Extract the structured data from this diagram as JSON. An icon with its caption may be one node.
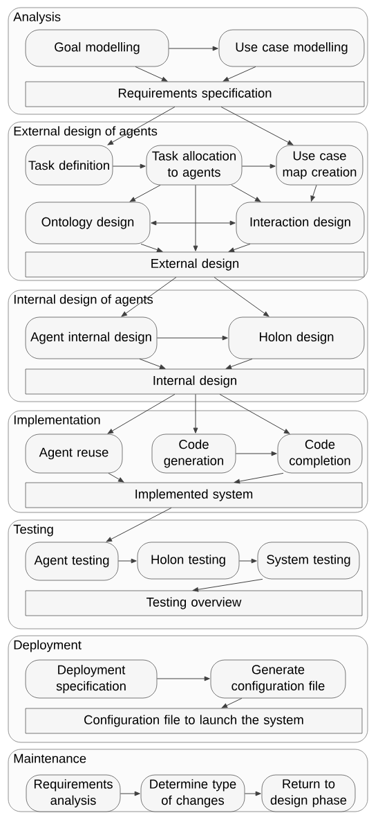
{
  "diagram": {
    "nodes": [
      {
        "text": [
          "Analysis"
        ]
      },
      {
        "text": [
          "Goal modelling"
        ],
        "in": 0
      },
      {
        "text": [
          "Use case modelling"
        ],
        "in": 0
      },
      {
        "text": [
          "Requirements specification"
        ],
        "in": 0
      },
      {
        "text": [
          "External design of agents"
        ]
      },
      {
        "text": [
          "Task definition"
        ],
        "in": 4
      },
      {
        "text": [
          "Task allocation to agents"
        ],
        "in": 4
      },
      {
        "text": [
          "Use case map creation"
        ],
        "in": 4
      },
      {
        "text": [
          "Ontology design"
        ],
        "in": 4
      },
      {
        "text": [
          "Interaction design"
        ],
        "in": 4
      },
      {
        "text": [
          "External design"
        ],
        "in": 4
      },
      {
        "text": [
          "Internal design of agents"
        ]
      },
      {
        "text": [
          "Agent internal design"
        ],
        "in": 11
      },
      {
        "text": [
          "Holon design"
        ],
        "in": 11
      },
      {
        "text": [
          "Internal design"
        ],
        "in": 11
      },
      {
        "text": [
          "Implementation"
        ]
      },
      {
        "text": [
          "Agent reuse"
        ],
        "in": 15
      },
      {
        "text": [
          "Code generation"
        ],
        "in": 15
      },
      {
        "text": [
          "Code completion"
        ],
        "in": 15
      },
      {
        "text": [
          "Implemented system"
        ],
        "in": 15
      },
      {
        "text": [
          "Testing"
        ]
      },
      {
        "text": [
          "Agent testing"
        ],
        "in": 20
      },
      {
        "text": [
          "Holon testing"
        ],
        "in": 20
      },
      {
        "text": [
          "System testing"
        ],
        "in": 20
      },
      {
        "text": [
          "Testing overview"
        ],
        "in": 20
      },
      {
        "text": [
          "Deployment"
        ]
      },
      {
        "text": [
          "Deployment specification"
        ],
        "in": 25
      },
      {
        "text": [
          "Generate configuration file"
        ],
        "in": 25
      },
      {
        "text": [
          "Configuration file to launch the system"
        ],
        "in": 25
      },
      {
        "text": [
          "Maintenance"
        ]
      },
      {
        "text": [
          "Requirements analysis"
        ],
        "in": 29
      },
      {
        "text": [
          "Determine type of changes"
        ],
        "in": 29
      },
      {
        "text": [
          "Return to design phase"
        ],
        "in": 29
      }
    ],
    "edges": [
      {
        "from": 1,
        "to": 2,
        "arrow": "to"
      },
      {
        "from": 1,
        "to": 3,
        "arrow": "to"
      },
      {
        "from": 2,
        "to": 3,
        "arrow": "to"
      },
      {
        "from": 3,
        "to": 5,
        "arrow": "to"
      },
      {
        "from": 3,
        "to": 7,
        "arrow": "to"
      },
      {
        "from": 5,
        "to": 6,
        "arrow": "to"
      },
      {
        "from": 6,
        "to": 7,
        "arrow": "to"
      },
      {
        "from": 6,
        "to": 8,
        "arrow": "to"
      },
      {
        "from": 6,
        "to": 9,
        "arrow": "to"
      },
      {
        "from": 6,
        "to": 10,
        "arrow": "to"
      },
      {
        "from": 7,
        "to": 9,
        "arrow": "to"
      },
      {
        "from": 8,
        "to": 9,
        "arrow": "both"
      },
      {
        "from": 8,
        "to": 10,
        "arrow": "to"
      },
      {
        "from": 9,
        "to": 10,
        "arrow": "to"
      },
      {
        "from": 10,
        "to": 12,
        "arrow": "to"
      },
      {
        "from": 10,
        "to": 13,
        "arrow": "to"
      },
      {
        "from": 12,
        "to": 13,
        "arrow": "to"
      },
      {
        "from": 12,
        "to": 14,
        "arrow": "to"
      },
      {
        "from": 13,
        "to": 14,
        "arrow": "to"
      },
      {
        "from": 14,
        "to": 16,
        "arrow": "to"
      },
      {
        "from": 14,
        "to": 17,
        "arrow": "to"
      },
      {
        "from": 14,
        "to": 18,
        "arrow": "to"
      },
      {
        "from": 16,
        "to": 19,
        "arrow": "to"
      },
      {
        "from": 17,
        "to": 18,
        "arrow": "to"
      },
      {
        "from": 18,
        "to": 19,
        "arrow": "to"
      },
      {
        "from": 19,
        "to": 21,
        "arrow": "to"
      },
      {
        "from": 21,
        "to": 22,
        "arrow": "to"
      },
      {
        "from": 22,
        "to": 23,
        "arrow": "to"
      },
      {
        "from": 23,
        "to": 24,
        "arrow": "to"
      },
      {
        "from": 26,
        "to": 27,
        "arrow": "to"
      },
      {
        "from": 27,
        "to": 28,
        "arrow": "to"
      },
      {
        "from": 30,
        "to": 31,
        "arrow": "to"
      },
      {
        "from": 31,
        "to": 32,
        "arrow": "to"
      }
    ]
  }
}
